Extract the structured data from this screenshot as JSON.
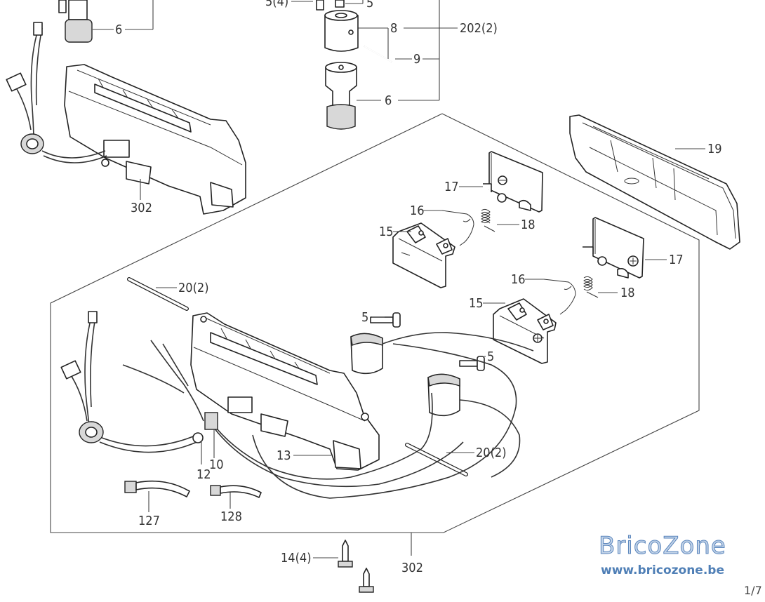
{
  "labels": {
    "l6a": "6",
    "l5a": "5(4)",
    "l5b": "5",
    "l8": "8",
    "l202": "202(2)",
    "l9": "9",
    "l6b": "6",
    "l302a": "302",
    "l19": "19",
    "l17a": "17",
    "l16a": "16",
    "l18a": "18",
    "l15a": "15",
    "l17b": "17",
    "l20a": "20(2)",
    "l16b": "16",
    "l18b": "18",
    "l15b": "15",
    "l5c": "5",
    "l5d": "5",
    "l13": "13",
    "l20b": "20(2)",
    "l12": "12",
    "l10": "10",
    "l127": "127",
    "l128": "128",
    "l14": "14(4)",
    "l302b": "302"
  },
  "watermark": {
    "title": "BricoZone",
    "url": "www.bricozone.be"
  },
  "page": "1/7"
}
